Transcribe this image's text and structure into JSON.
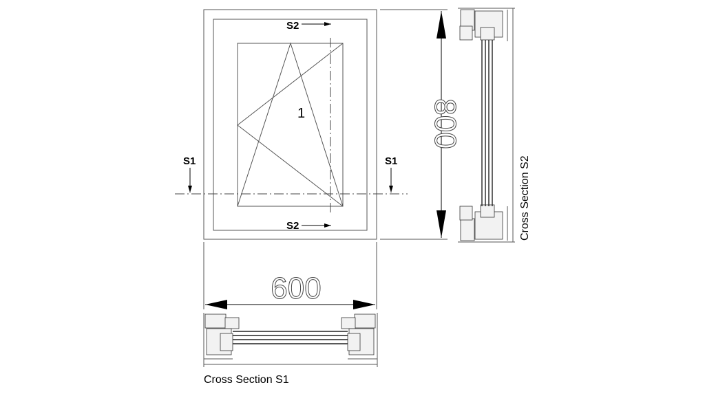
{
  "drawing": {
    "sash_number": "1",
    "section_marks": {
      "s1": "S1",
      "s2": "S2"
    },
    "width_dimension": "600",
    "height_dimension": "800",
    "cross_section_s1_title": "Cross Section S1",
    "cross_section_s2_title": "Cross Section S2",
    "line_color": "#555555"
  }
}
